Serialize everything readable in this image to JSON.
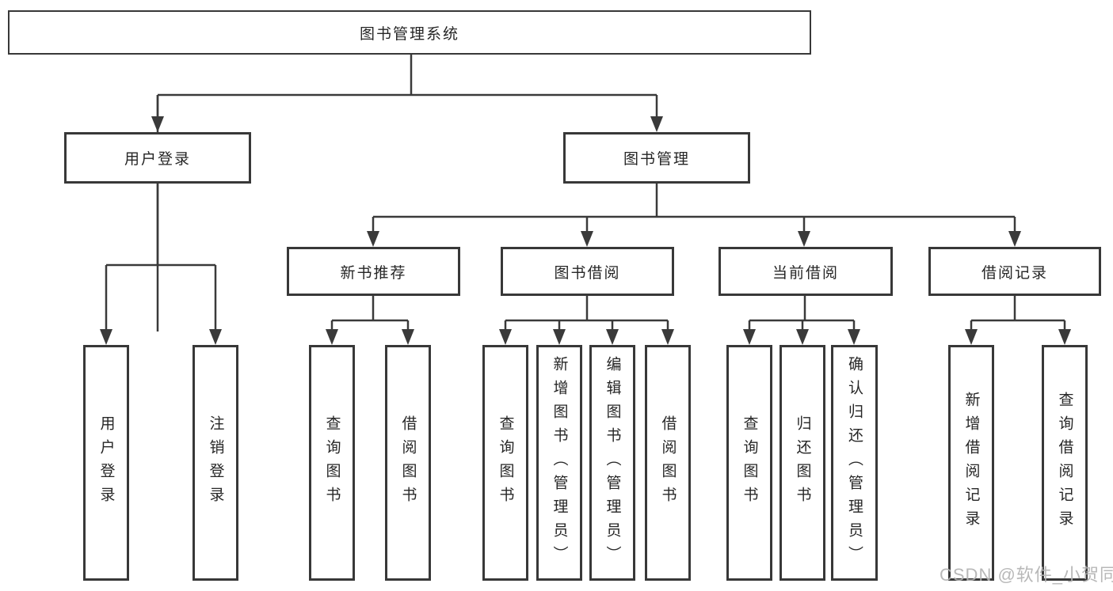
{
  "colors": {
    "background": "#ffffff",
    "line": "#3a3a3a",
    "box_border": "#383838",
    "text": "#262626",
    "watermark": "#b2b2b2"
  },
  "watermark": {
    "text": "CSDN @软件_小贺同学"
  },
  "nodes": {
    "root": {
      "label": "图书管理系统"
    },
    "user_login": {
      "label": "用户登录"
    },
    "book_mgmt": {
      "label": "图书管理"
    },
    "new_book_rec": {
      "label": "新书推荐"
    },
    "book_borrow": {
      "label": "图书借阅"
    },
    "current_borrow": {
      "label": "当前借阅"
    },
    "borrow_records": {
      "label": "借阅记录"
    },
    "leaf_user_login": {
      "label": "用户登录"
    },
    "leaf_logout": {
      "label": "注销登录"
    },
    "leaf_query_book_1": {
      "label": "查询图书"
    },
    "leaf_borrow_book_1": {
      "label": "借阅图书"
    },
    "leaf_query_book_2": {
      "label": "查询图书"
    },
    "leaf_add_book": {
      "label": "新增图书（管理员）"
    },
    "leaf_edit_book": {
      "label": "编辑图书（管理员）"
    },
    "leaf_borrow_book_2": {
      "label": "借阅图书"
    },
    "leaf_query_book_3": {
      "label": "查询图书"
    },
    "leaf_return_book": {
      "label": "归还图书"
    },
    "leaf_confirm_return": {
      "label": "确认归还（管理员）"
    },
    "leaf_add_record": {
      "label": "新增借阅记录"
    },
    "leaf_query_record": {
      "label": "查询借阅记录"
    }
  },
  "hierarchy": {
    "root": "图书管理系统",
    "children": [
      {
        "label": "用户登录",
        "children": [
          "用户登录",
          "注销登录"
        ]
      },
      {
        "label": "图书管理",
        "children": [
          {
            "label": "新书推荐",
            "children": [
              "查询图书",
              "借阅图书"
            ]
          },
          {
            "label": "图书借阅",
            "children": [
              "查询图书",
              "新增图书（管理员）",
              "编辑图书（管理员）",
              "借阅图书"
            ]
          },
          {
            "label": "当前借阅",
            "children": [
              "查询图书",
              "归还图书",
              "确认归还（管理员）"
            ]
          },
          {
            "label": "借阅记录",
            "children": [
              "新增借阅记录",
              "查询借阅记录"
            ]
          }
        ]
      }
    ]
  }
}
